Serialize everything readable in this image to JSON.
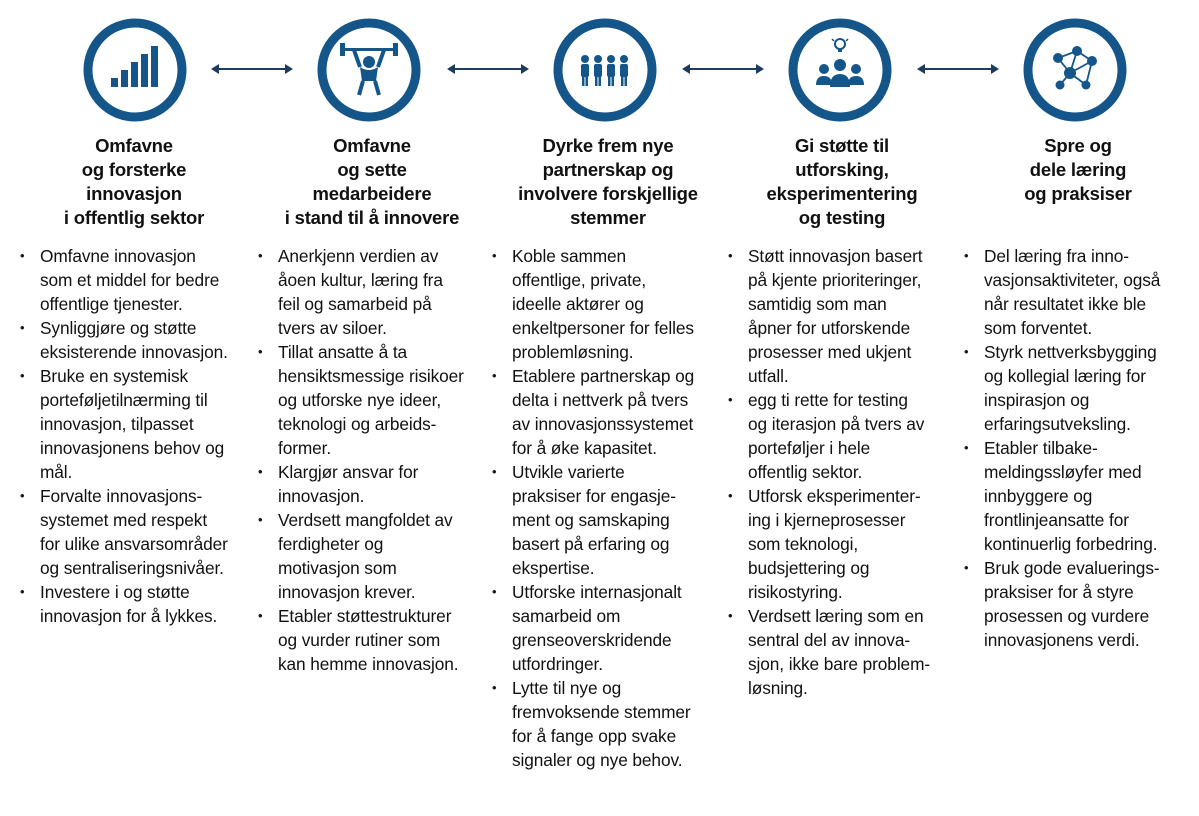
{
  "accent_color": "#14558a",
  "arrow_color": "#1d3a5f",
  "columns": [
    {
      "icon": "bar-chart-icon",
      "title": "Omfavne\nog forsterke\ninnovasjon\ni offentlig sektor",
      "bullets": [
        "Omfavne innovasjon\nsom et middel for bedre\noffentlige tjenester.",
        "Synliggjøre og støtte\neksisterende innovasjon.",
        "Bruke en systemisk\nporteføljetilnærming til\ninnovasjon, tilpasset\ninnovasjonens behov og\nmål.",
        "Forvalte innovasjons-\nsystemet med respekt\nfor ulike ansvarsområder\nog sentraliseringsnivåer.",
        "Investere i og støtte\ninnovasjon for å lykkes."
      ]
    },
    {
      "icon": "weightlifter-icon",
      "title": "Omfavne\nog sette\nmedarbeidere\ni stand til å innovere",
      "bullets": [
        "Anerkjenn verdien av\nåoen kultur, læring fra\nfeil og samarbeid på\ntvers av siloer.",
        "Tillat ansatte å ta\nhensiktsmessige risikoer\nog utforske nye ideer,\nteknologi og arbeids-\nformer.",
        "Klargjør ansvar for\ninnovasjon.",
        "Verdsett mangfoldet av\nferdigheter og\nmotivasjon som\ninnovasjon krever.",
        "Etabler støttestrukturer\nog vurder rutiner som\nkan hemme innovasjon."
      ]
    },
    {
      "icon": "people-group-icon",
      "title": "Dyrke frem nye\npartnerskap og\ninvolvere forskjellige\nstemmer",
      "bullets": [
        "Koble sammen\noffentlige, private,\nideelle aktører og\nenkeltpersoner for felles\nproblemløsning.",
        "Etablere partnerskap og\ndelta i nettverk på tvers\nav innovasjonssystemet\nfor å øke kapasitet.",
        "Utvikle varierte\npraksiser for engasje-\nment og samskaping\nbasert på erfaring og\nekspertise.",
        "Utforske internasjonalt\nsamarbeid om\ngrenseoverskridende\nutfordringer.",
        "Lytte til nye og\nfremvoksende stemmer\nfor å fange opp svake\nsignaler og nye behov."
      ]
    },
    {
      "icon": "team-idea-icon",
      "title": "Gi støtte til\nutforsking,\neksperimentering\nog testing",
      "bullets": [
        "Støtt innovasjon basert\npå kjente prioriteringer,\nsamtidig som man\nåpner for utforskende\nprosesser med ukjent\nutfall.",
        "egg ti rette for testing\nog iterasjon på tvers av\nporteføljer i hele\noffentlig sektor.",
        "Utforsk eksperimenter-\ning i kjerneprosesser\nsom teknologi,\nbudsjettering og\nrisikostyring.",
        "Verdsett læring som en\nsentral del av innova-\nsjon, ikke bare problem-\nløsning."
      ]
    },
    {
      "icon": "network-icon",
      "title": "Spre og\ndele læring\nog praksiser",
      "bullets": [
        "Del læring fra inno-\nvasjonsaktiviteter, også\nnår resultatet ikke ble\nsom forventet.",
        "Styrk nettverksbygging\nog kollegial læring for\ninspirasjon og\nerfaringsutveksling.",
        "Etabler tilbake-\nmeldingssløyfer med\ninnbyggere og\nfrontlinjeansatte for\nkontinuerlig forbedring.",
        "Bruk gode evaluerings-\npraksiser for å styre\nprosessen og vurdere\ninnovasjonens verdi."
      ]
    }
  ]
}
